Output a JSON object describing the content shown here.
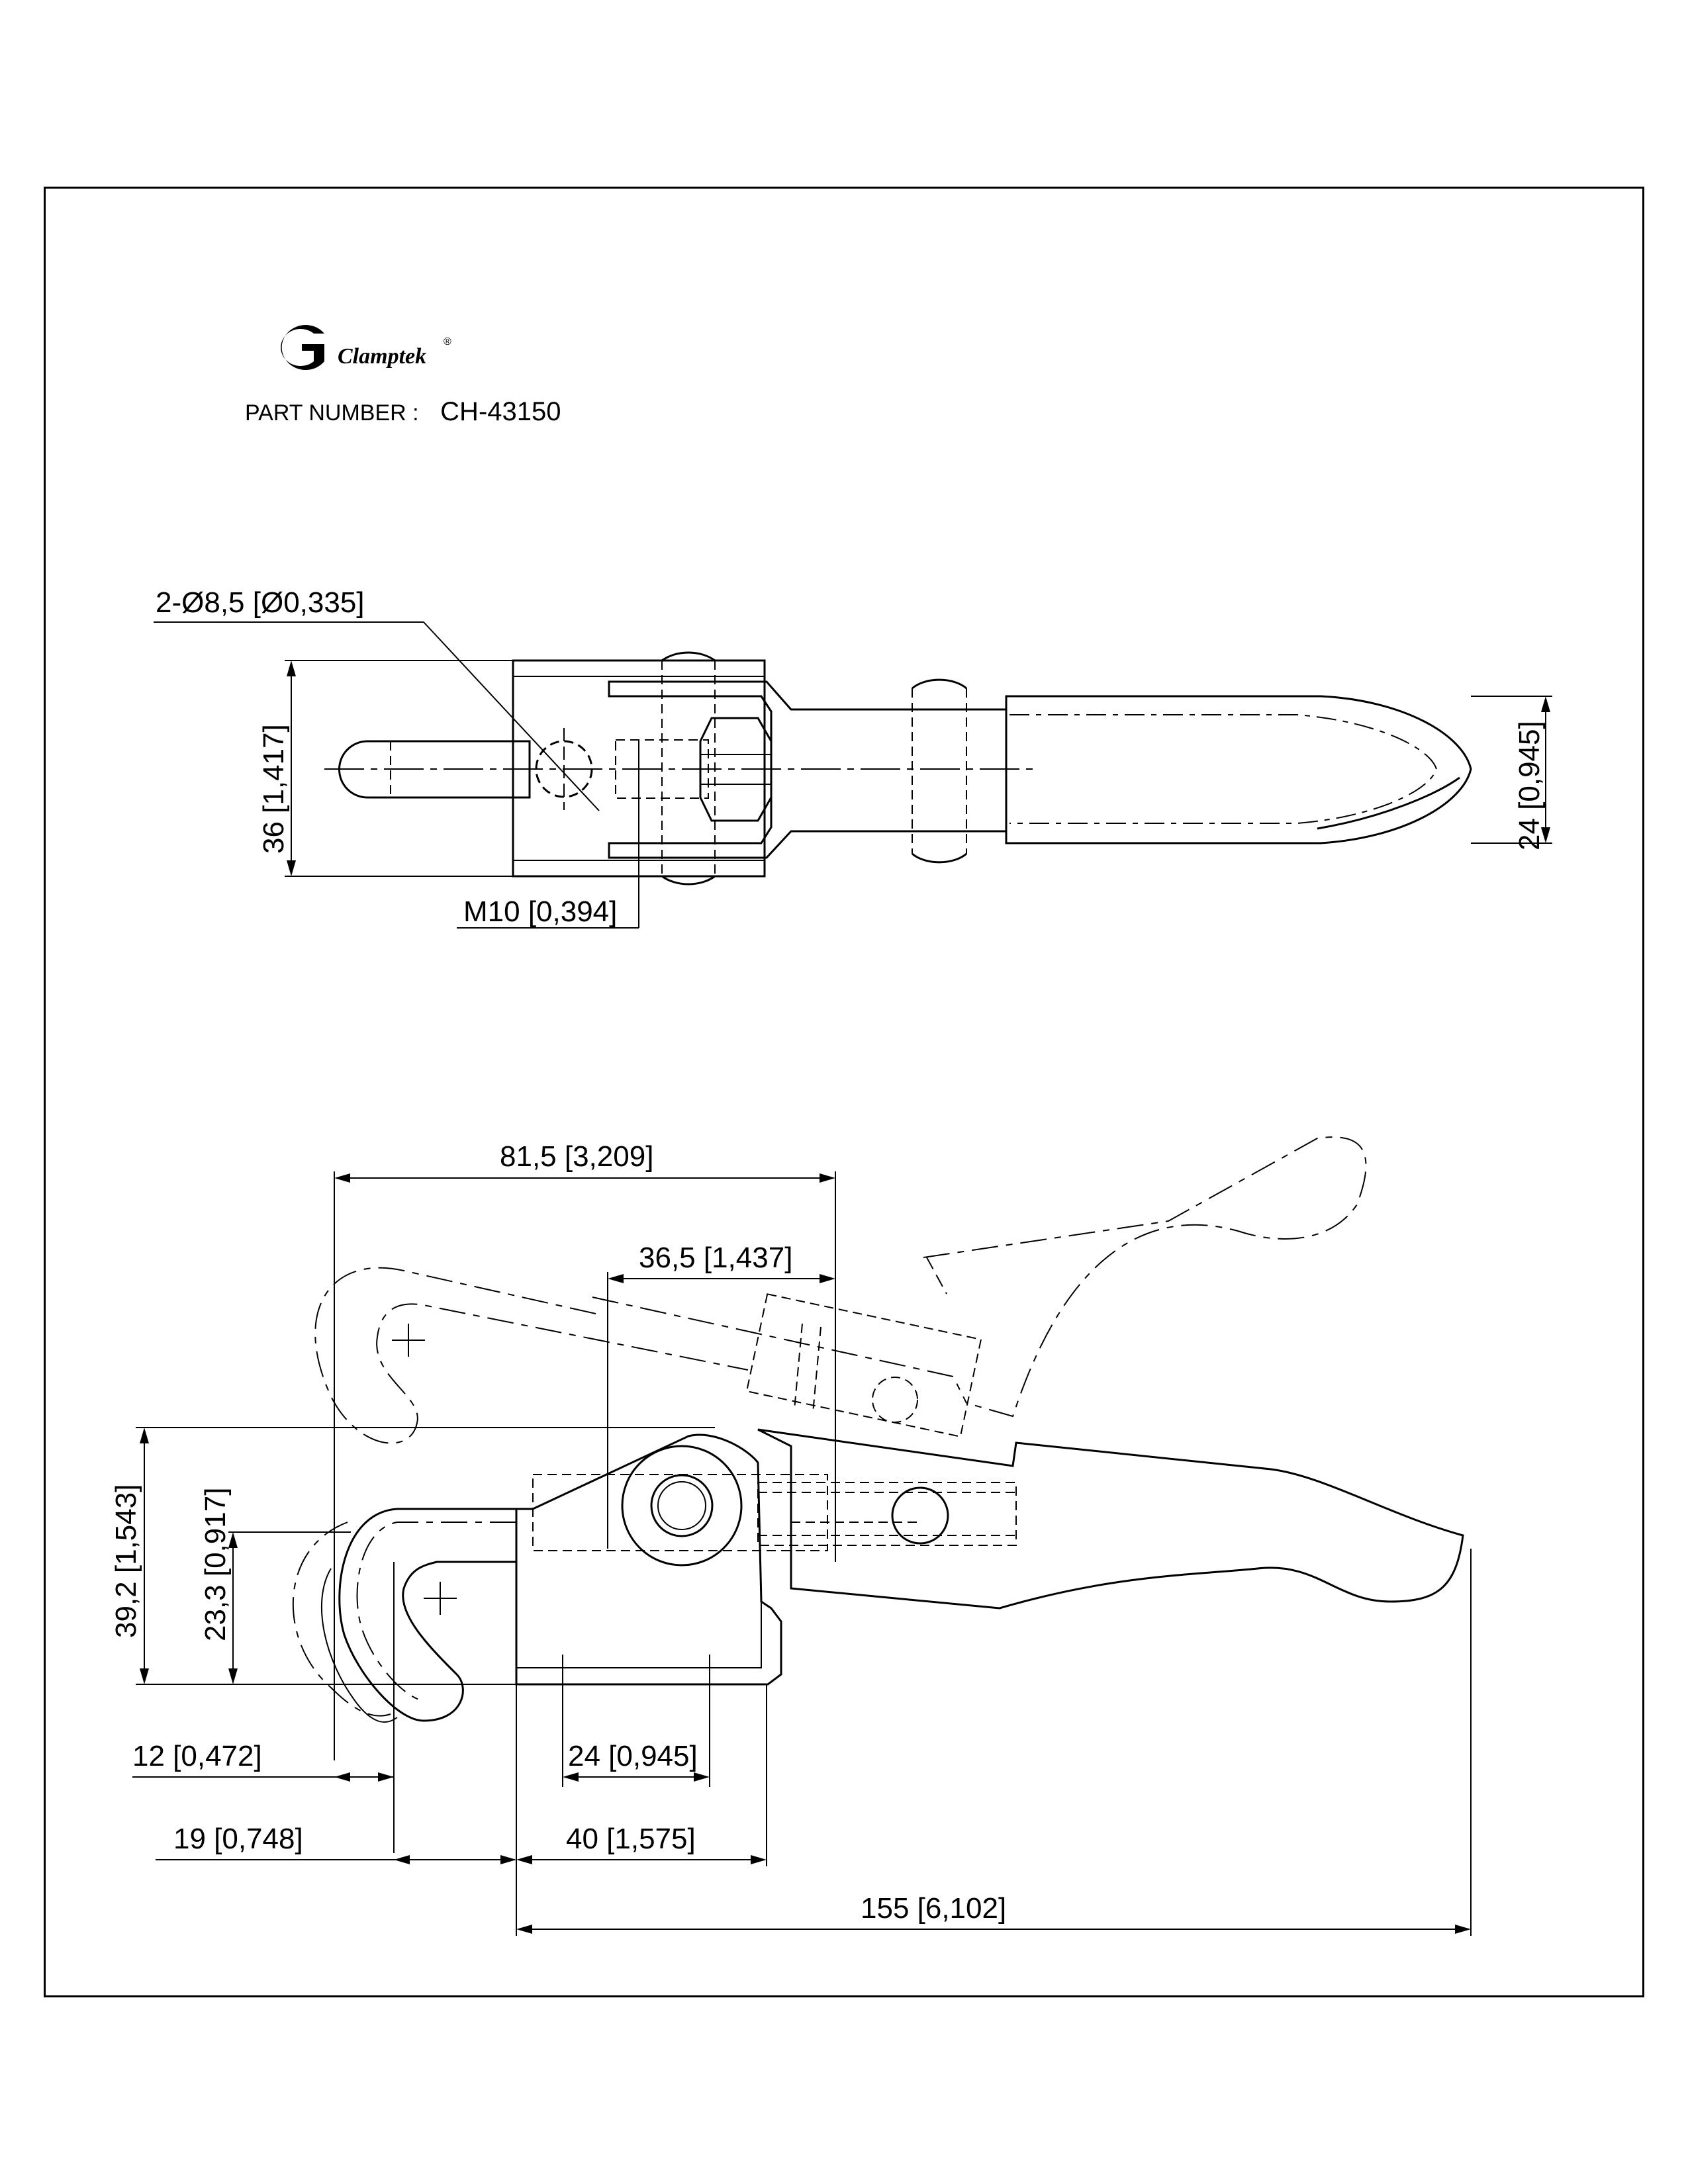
{
  "brand": {
    "name": "Clamptek",
    "mark": "®",
    "logo_icon": "clamptek-logo-icon"
  },
  "part": {
    "label": "PART NUMBER :",
    "number": "CH-43150"
  },
  "top_view": {
    "hole_dim": "2-Ø8,5 [Ø0,335]",
    "height_dim": "36 [1,417]",
    "thread_dim": "M10 [0,394]",
    "handle_dim": "24 [0,945]"
  },
  "side_view": {
    "latch_reach": "81,5 [3,209]",
    "stroke": "36,5 [1,437]",
    "total_height": "39,2 [1,543]",
    "pivot_height": "23,3 [0,917]",
    "hook_offset": "12 [0,472]",
    "base_hole_spacing": "24 [0,945]",
    "hook_width": "19 [0,748]",
    "base_length": "40 [1,575]",
    "overall_length": "155 [6,102]"
  },
  "colors": {
    "ink": "#000000",
    "paper": "#ffffff"
  }
}
